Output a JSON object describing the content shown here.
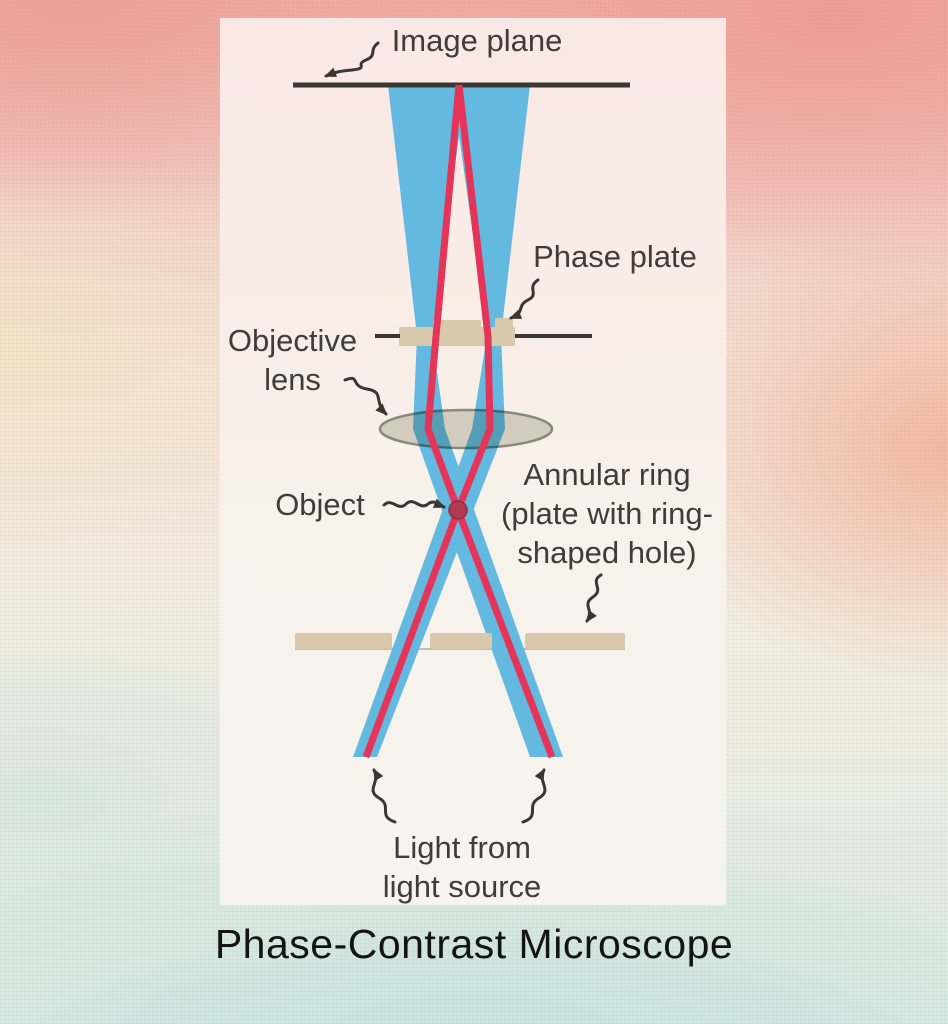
{
  "title": "Phase-Contrast Microscope",
  "diagram": {
    "labels": {
      "image_plane": "Image plane",
      "phase_plate": "Phase plate",
      "objective_lens": [
        "Objective",
        "lens"
      ],
      "object": "Object",
      "annular_ring": [
        "Annular ring",
        "(plate with ring-",
        "shaped hole)"
      ],
      "light_source": [
        "Light from",
        "light source"
      ]
    },
    "colors": {
      "beam_blue": "#64b9e0",
      "ray_red": "#e43457",
      "plate_tan": "#d8c9ac",
      "lens_fill": "#d9dad1",
      "lens_stroke": "#8a9384",
      "object_dot": "#b23a50",
      "ink": "#3a3733",
      "label_text": "#3f3d3b",
      "title_text": "#141414"
    }
  }
}
